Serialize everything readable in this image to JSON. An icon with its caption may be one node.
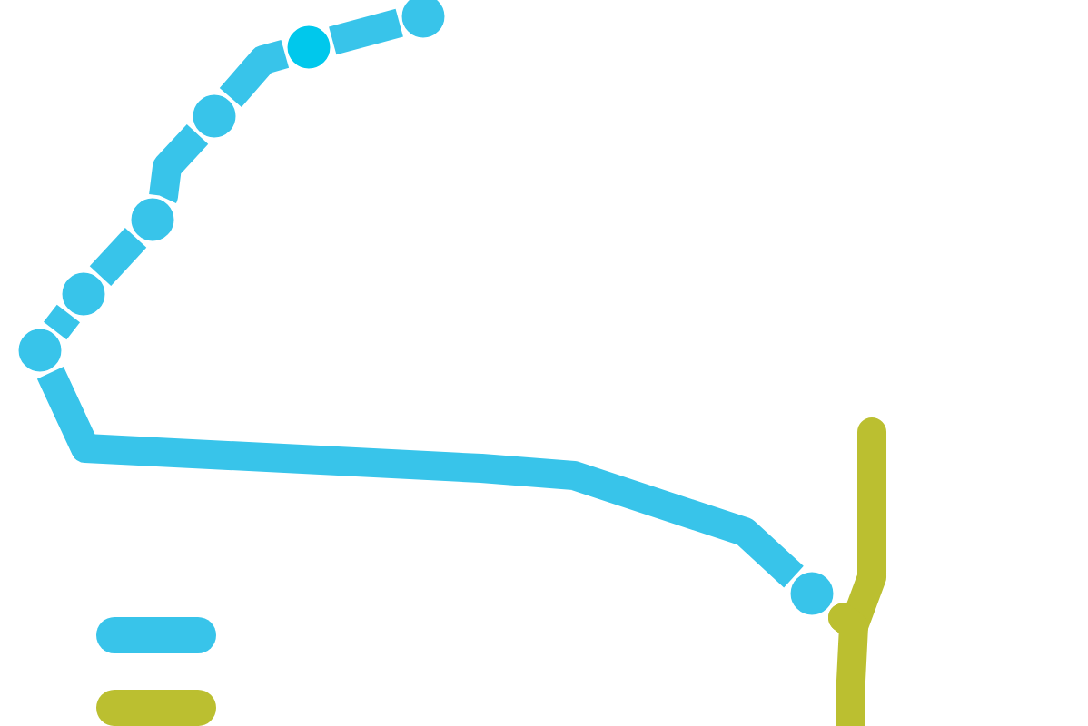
{
  "diagram": {
    "nodes": [
      {
        "text": [],
        "shape": "circle"
      },
      {
        "text": [],
        "shape": "circle"
      },
      {
        "text": [],
        "shape": "circle"
      },
      {
        "text": [],
        "shape": "circle"
      },
      {
        "text": [],
        "shape": "circle"
      },
      {
        "text": [],
        "shape": "circle"
      },
      {
        "text": [],
        "shape": "circle"
      }
    ],
    "edges": [
      {
        "from": 0,
        "to": 1,
        "arrow": "none"
      },
      {
        "from": 1,
        "to": 2,
        "arrow": "none"
      },
      {
        "from": 2,
        "to": 3,
        "arrow": "none"
      },
      {
        "from": 3,
        "to": 4,
        "arrow": "none"
      },
      {
        "from": 4,
        "to": 5,
        "arrow": "none"
      },
      {
        "from": 5,
        "to": 6,
        "arrow": "none"
      },
      {
        "from": 6,
        "to": null,
        "arrow": "none",
        "color": "#bbbf30"
      },
      {
        "from": 6,
        "to": null,
        "arrow": "none",
        "color": "#bbbf30"
      }
    ]
  }
}
